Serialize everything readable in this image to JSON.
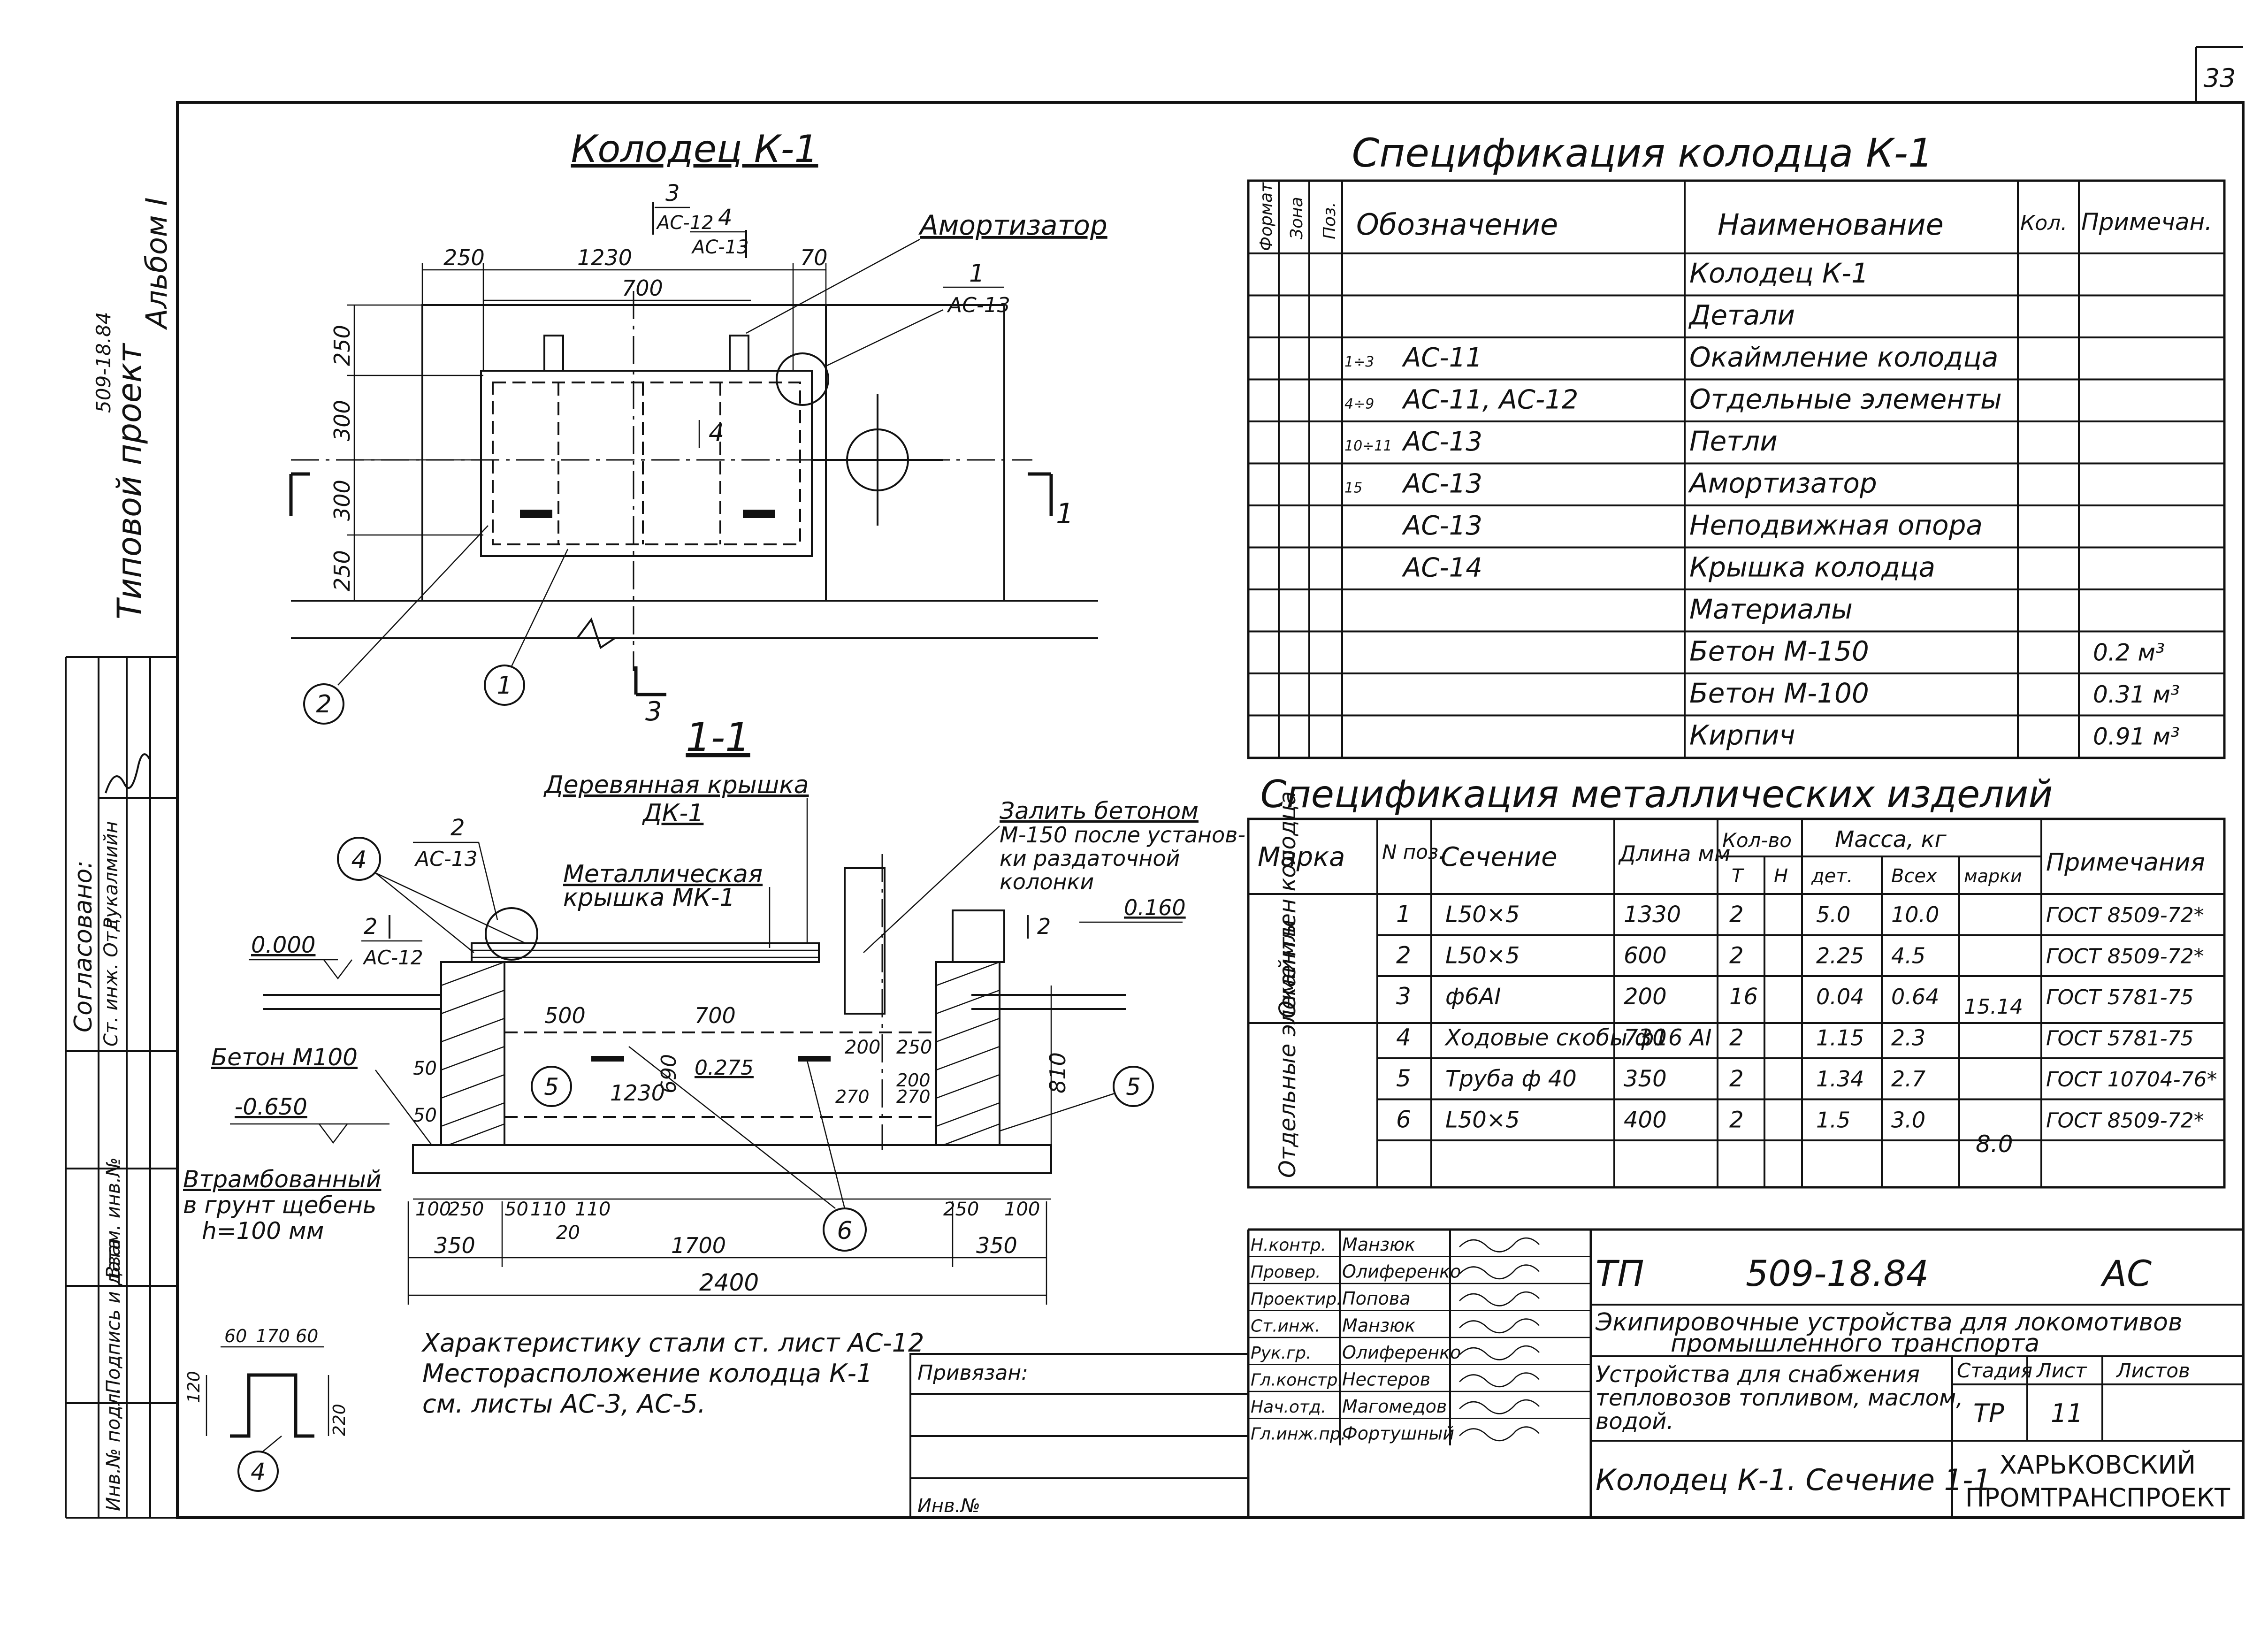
{
  "sheet_number": "33",
  "side_stamp": {
    "series": "Типовой проект",
    "code": "509-18.84",
    "album": "Альбом I",
    "agreed": "Согласовано:",
    "roles": [
      "Ст. инж. Отд",
      "Рукалмийн"
    ],
    "inv_fields": [
      "Инв.№ подл.",
      "Подпись и дата",
      "Взам. инв.№"
    ]
  },
  "plan": {
    "title": "Колодец К-1",
    "amortizator": "Амортизатор",
    "section_mark": "1",
    "bottom_mark": "3",
    "callout1_num": "1",
    "callout1_sheet": "АС-13",
    "callout3_num": "3",
    "callout3_sheet": "АС-12",
    "callout4_num": "4",
    "callout4_sheet": "АС-13",
    "dims_top": [
      "250",
      "1230",
      "700",
      "70"
    ],
    "dims_left": [
      "250",
      "300",
      "300",
      "250"
    ],
    "inner_mark": "4",
    "pos1": "1",
    "pos2": "2"
  },
  "section": {
    "title": "1-1",
    "wood_lid": "Деревянная крышка",
    "wood_lid_code": "ДК-1",
    "metal_lid": "Металлическая",
    "metal_lid2": "крышка МК-1",
    "pour_note": [
      "Залить бетоном",
      "М-150 после установ-",
      "ки раздаточной",
      "колонки"
    ],
    "callout2_num": "2",
    "callout2_sheet": "АС-13",
    "mark2_num": "2",
    "mark2_sheet": "АС-12",
    "elev_zero": "0.000",
    "elev_160": "0.160",
    "elev_650": "-0.650",
    "concrete": "Бетон М100",
    "gravel": [
      "Втрамбованный",
      "в грунт щебень",
      "h=100 мм"
    ],
    "dims_inner": [
      "500",
      "700",
      "1230",
      "690",
      "0.275",
      "200",
      "250",
      "200",
      "270",
      "270",
      "810",
      "50",
      "50"
    ],
    "dims_bottom1": [
      "100",
      "250",
      "50",
      "110",
      "110",
      "20",
      "250",
      "100"
    ],
    "dims_bottom2": [
      "350",
      "1700",
      "350"
    ],
    "dim_total": "2400",
    "pos4": "4",
    "pos5": "5",
    "pos5b": "5",
    "pos6": "6",
    "mark2_right": "2"
  },
  "detail4": {
    "dims": [
      "60",
      "170",
      "60"
    ],
    "dim_h1": "120",
    "dim_h2": "220",
    "pos": "4"
  },
  "notes": [
    "Характеристику стали ст. лист АС-12",
    "Месторасположение колодца К-1",
    "см. листы АС-3, АС-5."
  ],
  "spec_main": {
    "title": "Спецификация колодца К-1",
    "headers": [
      "Формат",
      "Зона",
      "Поз.",
      "Обозначение",
      "Наименование",
      "Кол.",
      "Примечан."
    ],
    "rows": [
      {
        "pos": "",
        "code": "",
        "name": "Колодец К-1",
        "qty": "",
        "note": ""
      },
      {
        "pos": "",
        "code": "",
        "name": "Детали",
        "qty": "",
        "note": ""
      },
      {
        "pos": "1÷3",
        "code": "АС-11",
        "name": "Окаймление колодца",
        "qty": "",
        "note": ""
      },
      {
        "pos": "4÷9",
        "code": "АС-11, АС-12",
        "name": "Отдельные элементы",
        "qty": "",
        "note": ""
      },
      {
        "pos": "10÷11",
        "code": "АС-13",
        "name": "Петли",
        "qty": "",
        "note": ""
      },
      {
        "pos": "15",
        "code": "АС-13",
        "name": "Амортизатор",
        "qty": "",
        "note": ""
      },
      {
        "pos": "",
        "code": "АС-13",
        "name": "Неподвижная опора",
        "qty": "",
        "note": ""
      },
      {
        "pos": "",
        "code": "АС-14",
        "name": "Крышка колодца",
        "qty": "",
        "note": ""
      },
      {
        "pos": "",
        "code": "",
        "name": "Материалы",
        "qty": "",
        "note": ""
      },
      {
        "pos": "",
        "code": "",
        "name": "Бетон М-150",
        "qty": "",
        "note": "0.2 м³"
      },
      {
        "pos": "",
        "code": "",
        "name": "Бетон М-100",
        "qty": "",
        "note": "0.31 м³"
      },
      {
        "pos": "",
        "code": "",
        "name": "Кирпич",
        "qty": "",
        "note": "0.91 м³"
      }
    ]
  },
  "spec_metal": {
    "title": "Спецификация металлических изделий",
    "headers": {
      "mark": "Марка",
      "n": "N поз.",
      "section": "Сечение",
      "length": "Длина мм",
      "count": "Кол-во",
      "t": "Т",
      "n2": "Н",
      "mass": "Масса, кг",
      "det": "дет.",
      "all": "Всех",
      "marki": "марки",
      "note": "Примечания"
    },
    "group1": "Окаймлен колодца",
    "group2": "Отдельные элементы",
    "rows": [
      {
        "n": "1",
        "sec": "L50×5",
        "len": "1330",
        "t": "2",
        "det": "5.0",
        "all": "10.0",
        "note": "ГОСТ 8509-72*"
      },
      {
        "n": "2",
        "sec": "L50×5",
        "len": "600",
        "t": "2",
        "det": "2.25",
        "all": "4.5",
        "note": "ГОСТ 8509-72*"
      },
      {
        "n": "3",
        "sec": "ф6АI",
        "len": "200",
        "t": "16",
        "det": "0.04",
        "all": "0.64",
        "note": "ГОСТ 5781-75"
      },
      {
        "n": "4",
        "sec": "Ходовые скобы ф16 АI",
        "len": "730",
        "t": "2",
        "det": "1.15",
        "all": "2.3",
        "note": "ГОСТ 5781-75"
      },
      {
        "n": "5",
        "sec": "Труба ф 40",
        "len": "350",
        "t": "2",
        "det": "1.34",
        "all": "2.7",
        "note": "ГОСТ 10704-76*"
      },
      {
        "n": "6",
        "sec": "L50×5",
        "len": "400",
        "t": "2",
        "det": "1.5",
        "all": "3.0",
        "note": "ГОСТ 8509-72*"
      }
    ],
    "mass_group1": "15.14",
    "mass_group2": "8.0"
  },
  "title_block": {
    "roles": [
      "Н.контр.",
      "Провер.",
      "Проектир.",
      "Ст.инж.",
      "Рук.гр.",
      "Гл.констр.",
      "Нач.отд.",
      "Гл.инж.пр."
    ],
    "names": [
      "Манзюк",
      "Олиференко",
      "Попова",
      "Манзюк",
      "Олиференко",
      "Нестеров",
      "Магомедов",
      "Фортушный"
    ],
    "bound": "Привязан:",
    "inv": "Инв.№",
    "code_tp": "ТП",
    "code_num": "509-18.84",
    "code_as": "АС",
    "project_title": [
      "Экипировочные устройства для локомотивов",
      "промышленного транспорта"
    ],
    "subtitle": [
      "Устройства для снабжения",
      "тепловозов топливом, маслом,",
      "водой."
    ],
    "stage_h": "Стадия",
    "sheet_h": "Лист",
    "sheets_h": "Листов",
    "stage": "ТР",
    "sheet": "11",
    "drawing_name": "Колодец К-1. Сечение 1-1",
    "org": [
      "ХАРЬКОВСКИЙ",
      "ПРОМТРАНСПРОЕКТ"
    ]
  }
}
